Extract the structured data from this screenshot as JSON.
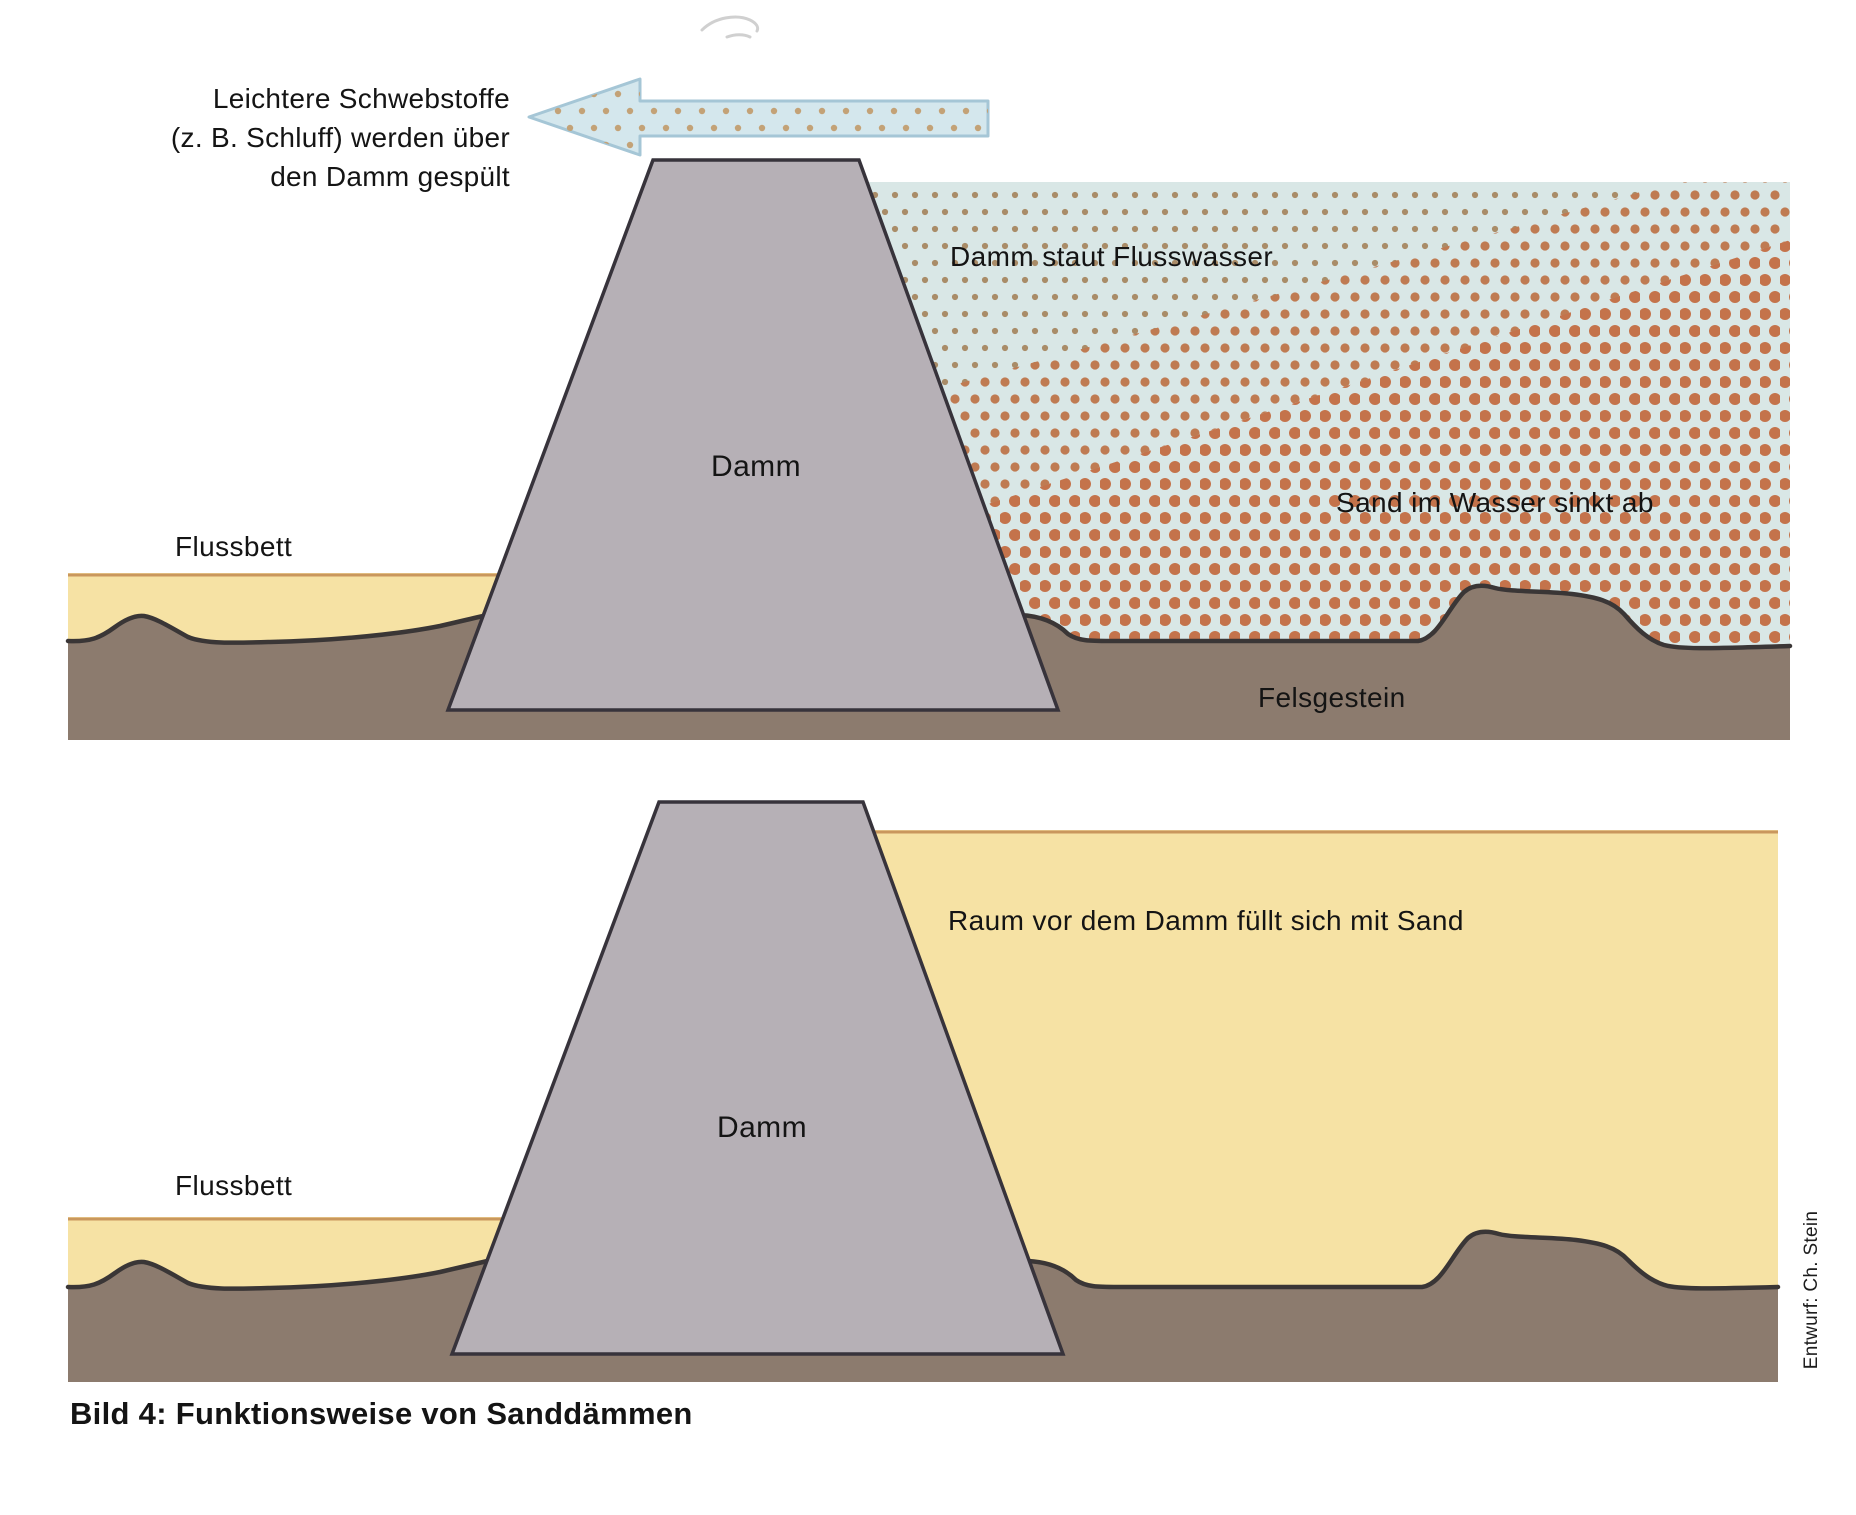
{
  "figure": {
    "caption": "Bild 4: Funktionsweise von Sanddämmen",
    "credit": "Entwurf: Ch. Stein"
  },
  "upper_panel": {
    "flow_note_lines": {
      "line1": "Leichtere Schwebstoffe",
      "line2": "(z. B. Schluff) werden über",
      "line3": "den Damm gespült"
    },
    "dam_label": "Damm",
    "riverbed_label": "Flussbett",
    "water_label": "Damm staut Flusswasser",
    "sand_sink_label": "Sand im Wasser sinkt ab",
    "bedrock_label": "Felsgestein"
  },
  "lower_panel": {
    "dam_label": "Damm",
    "riverbed_label": "Flussbett",
    "sand_fill_label": "Raum vor dem Damm füllt sich mit Sand"
  },
  "icons": {
    "flow_arrow": "left-arrow-with-silt-dots"
  },
  "colors": {
    "dam_fill": "#b6b0b6",
    "dam_outline": "#37333b",
    "bedrock_fill": "#8c7b6e",
    "bedrock_outline": "#3a3636",
    "sand_fill": "#f6e2a4",
    "sand_edge": "#c9975d",
    "water_fill": "#d9e7e6",
    "silt_dot": "#a98c68",
    "sand_dot_medium": "#bf7b52",
    "sand_dot_large": "#c4734b",
    "arrow_fill": "#d4e7ed",
    "arrow_outline": "#a5c6d6",
    "arrow_dot": "#c3a277",
    "text_color": "#141414"
  }
}
